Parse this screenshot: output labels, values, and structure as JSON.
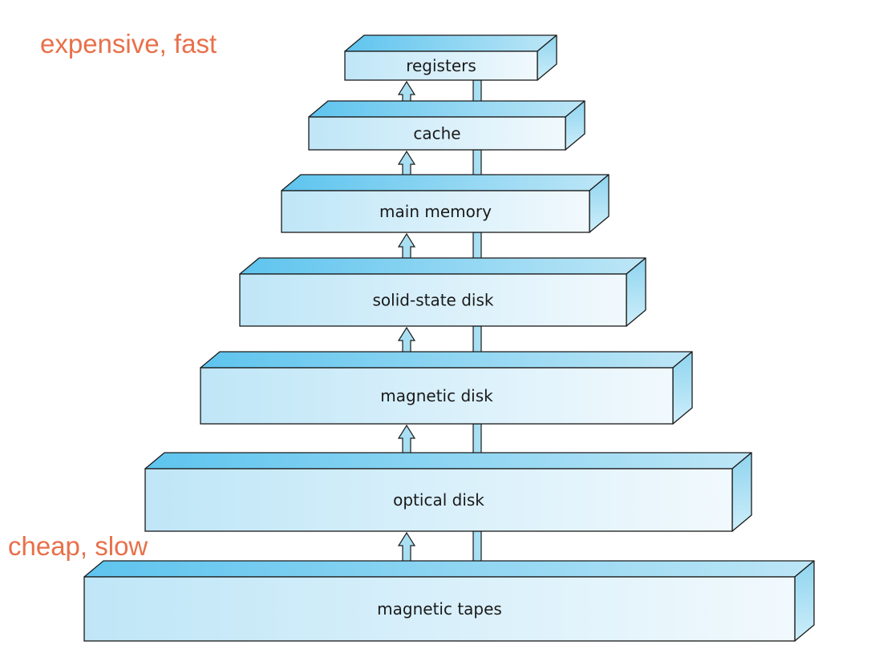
{
  "annotations": {
    "top": "expensive, fast",
    "bottom": "cheap, slow"
  },
  "levels": [
    "registers",
    "cache",
    "main memory",
    "solid-state disk",
    "magnetic disk",
    "optical disk",
    "magnetic tapes"
  ],
  "colors": {
    "annotation": "#e8704a",
    "box_light": "#eef8fd",
    "box_dark": "#7fd0f0",
    "edge": "#1a1a1a",
    "arrow_fill": "#a9dff3"
  }
}
